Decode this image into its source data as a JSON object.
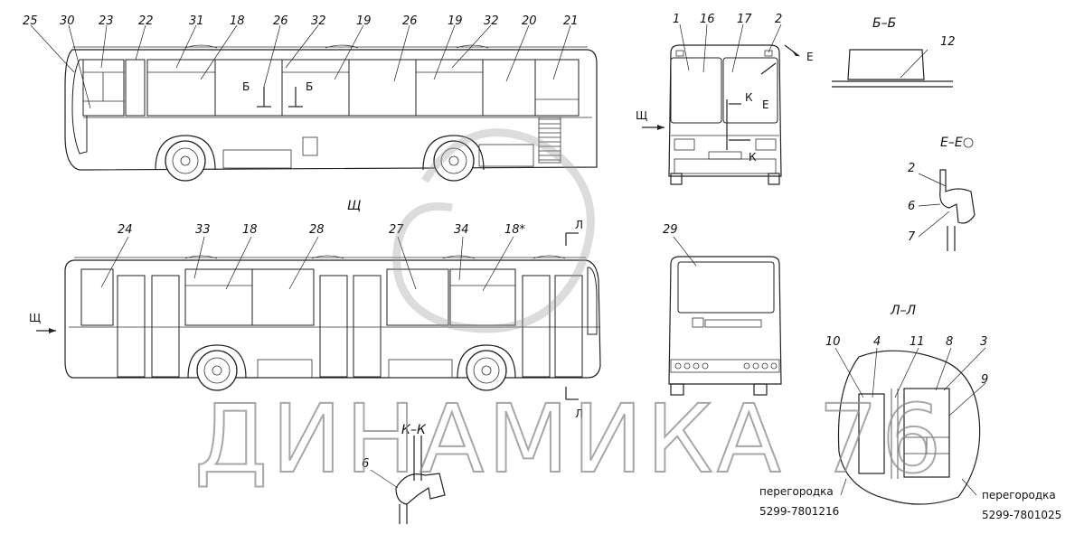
{
  "watermark": {
    "text": "ДИНАМИКА 76"
  },
  "callouts": {
    "side_top": [
      "25",
      "30",
      "23",
      "22",
      "31",
      "18",
      "26",
      "32",
      "19",
      "26",
      "19",
      "32",
      "20",
      "21"
    ],
    "front": [
      "1",
      "16",
      "17",
      "2"
    ],
    "side_bottom": [
      "24",
      "33",
      "18",
      "28",
      "27",
      "34",
      "18*"
    ],
    "rear": [
      "29"
    ],
    "bb": [
      "12"
    ],
    "ee": [
      "2",
      "6",
      "7"
    ],
    "kk": [
      "6"
    ],
    "ll": [
      "10",
      "4",
      "11",
      "8",
      "3",
      "9"
    ]
  },
  "markers": {
    "b": "Б",
    "k": "К",
    "e": "Е",
    "shch": "Щ",
    "l": "Л"
  },
  "sections": {
    "bb": "Б–Б",
    "ee": "Е–Е",
    "kk": "К–К",
    "ll": "Л–Л",
    "shch": "Щ"
  },
  "notes": {
    "partition_left_label": "перегородка",
    "partition_left_code": "5299-7801216",
    "partition_right_label": "перегородка",
    "partition_right_code": "5299-7801025"
  }
}
